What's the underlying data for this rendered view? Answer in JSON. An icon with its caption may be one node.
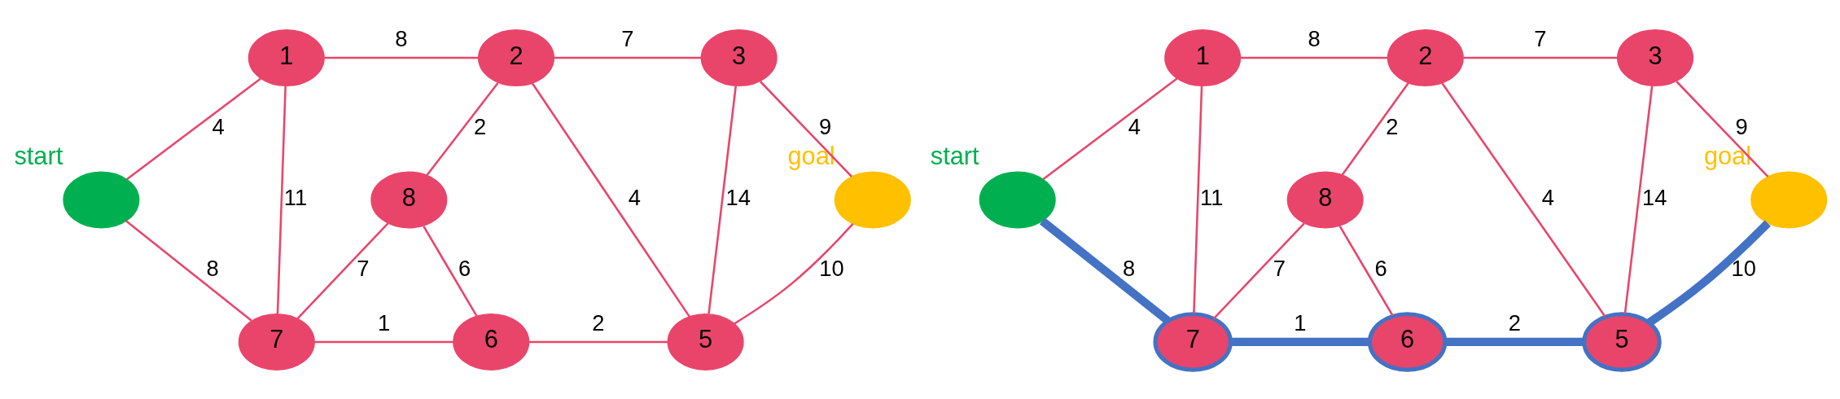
{
  "diagram": {
    "nodes": [
      {
        "text": [],
        "shape": "circle",
        "beside": [
          "start"
        ]
      },
      {
        "text": [
          "1"
        ]
      },
      {
        "text": [
          "2"
        ]
      },
      {
        "text": [
          "3"
        ]
      },
      {
        "text": [
          "8"
        ]
      },
      {
        "text": [
          "7"
        ]
      },
      {
        "text": [
          "6"
        ]
      },
      {
        "text": [
          "5"
        ]
      },
      {
        "text": [],
        "shape": "circle",
        "beside": [
          "goal"
        ]
      },
      {
        "text": [],
        "shape": "circle",
        "beside": [
          "start"
        ]
      },
      {
        "text": [
          "1"
        ]
      },
      {
        "text": [
          "2"
        ]
      },
      {
        "text": [
          "3"
        ]
      },
      {
        "text": [
          "8"
        ]
      },
      {
        "text": [
          "7"
        ]
      },
      {
        "text": [
          "6"
        ]
      },
      {
        "text": [
          "5"
        ]
      },
      {
        "text": [],
        "shape": "circle",
        "beside": [
          "goal"
        ]
      }
    ],
    "edges": [
      {
        "from": 0,
        "to": 1,
        "arrow": "none",
        "label": "4"
      },
      {
        "from": 1,
        "to": 2,
        "arrow": "none",
        "label": "8"
      },
      {
        "from": 2,
        "to": 3,
        "arrow": "none",
        "label": "7"
      },
      {
        "from": 3,
        "to": 8,
        "arrow": "none",
        "label": "9"
      },
      {
        "from": 1,
        "to": 5,
        "arrow": "none",
        "label": "11"
      },
      {
        "from": 2,
        "to": 4,
        "arrow": "none",
        "label": "2"
      },
      {
        "from": 2,
        "to": 7,
        "arrow": "none",
        "label": "4"
      },
      {
        "from": 3,
        "to": 7,
        "arrow": "none",
        "label": "14"
      },
      {
        "from": 4,
        "to": 5,
        "arrow": "none",
        "label": "7"
      },
      {
        "from": 4,
        "to": 6,
        "arrow": "none",
        "label": "6"
      },
      {
        "from": 0,
        "to": 5,
        "arrow": "none",
        "label": "8"
      },
      {
        "from": 5,
        "to": 6,
        "arrow": "none",
        "label": "1"
      },
      {
        "from": 6,
        "to": 7,
        "arrow": "none",
        "label": "2"
      },
      {
        "from": 7,
        "to": 8,
        "arrow": "none",
        "label": "10"
      },
      {
        "from": 9,
        "to": 10,
        "arrow": "none",
        "label": "4"
      },
      {
        "from": 10,
        "to": 11,
        "arrow": "none",
        "label": "8"
      },
      {
        "from": 11,
        "to": 12,
        "arrow": "none",
        "label": "7"
      },
      {
        "from": 12,
        "to": 17,
        "arrow": "none",
        "label": "9"
      },
      {
        "from": 10,
        "to": 14,
        "arrow": "none",
        "label": "11"
      },
      {
        "from": 11,
        "to": 13,
        "arrow": "none",
        "label": "2"
      },
      {
        "from": 11,
        "to": 16,
        "arrow": "none",
        "label": "4"
      },
      {
        "from": 12,
        "to": 16,
        "arrow": "none",
        "label": "14"
      },
      {
        "from": 13,
        "to": 14,
        "arrow": "none",
        "label": "7"
      },
      {
        "from": 13,
        "to": 15,
        "arrow": "none",
        "label": "6"
      },
      {
        "from": 9,
        "to": 14,
        "arrow": "none",
        "label": "8",
        "style": "thick",
        "color": "#4472c4"
      },
      {
        "from": 14,
        "to": 15,
        "arrow": "none",
        "label": "1",
        "style": "thick",
        "color": "#4472c4"
      },
      {
        "from": 15,
        "to": 16,
        "arrow": "none",
        "label": "2",
        "style": "thick",
        "color": "#4472c4"
      },
      {
        "from": 16,
        "to": 17,
        "arrow": "none",
        "label": "10",
        "style": "thick",
        "color": "#4472c4"
      }
    ]
  }
}
